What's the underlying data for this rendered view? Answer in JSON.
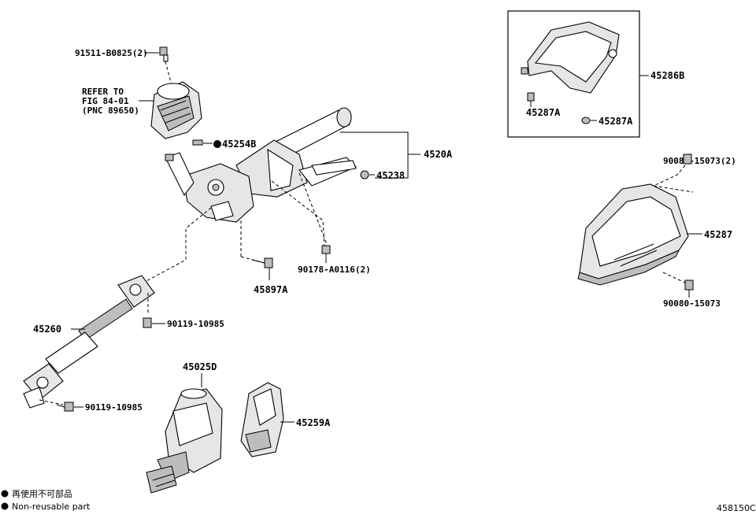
{
  "labels": {
    "p91511": "91511-B0825(2)",
    "refer1": "REFER TO",
    "refer2": "FIG 84-01",
    "refer3": "(PNC 89650)",
    "p45254B": "45254B",
    "p4520A": "4520A",
    "p45238": "45238",
    "p90178": "90178-A0116(2)",
    "p45897A": "45897A",
    "p45260": "45260",
    "p90119a": "90119-10985",
    "p90119b": "90119-10985",
    "p45025D": "45025D",
    "p45259A": "45259A",
    "p45286B": "45286B",
    "p45287Aa": "45287A",
    "p45287Ab": "45287A",
    "p90080a": "90080-15073(2)",
    "p45287": "45287",
    "p90080b": "90080-15073"
  },
  "legend": {
    "jp": "再使用不可部品",
    "en": "Non-reusable part",
    "code": "458150C"
  }
}
